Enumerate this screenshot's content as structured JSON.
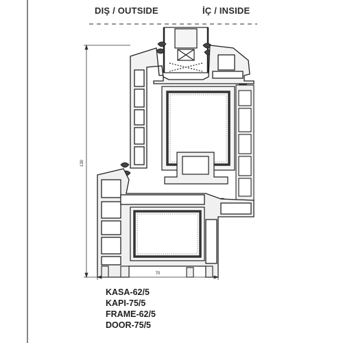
{
  "header": {
    "outside_label": "DIŞ / OUTSIDE",
    "inside_label": "İÇ / INSIDE"
  },
  "dimensions": {
    "height_label": "130",
    "width_label": "70"
  },
  "product_labels": [
    "KASA-62/5",
    "KAPI-75/5",
    "FRAME-62/5",
    "DOOR-75/5"
  ]
}
